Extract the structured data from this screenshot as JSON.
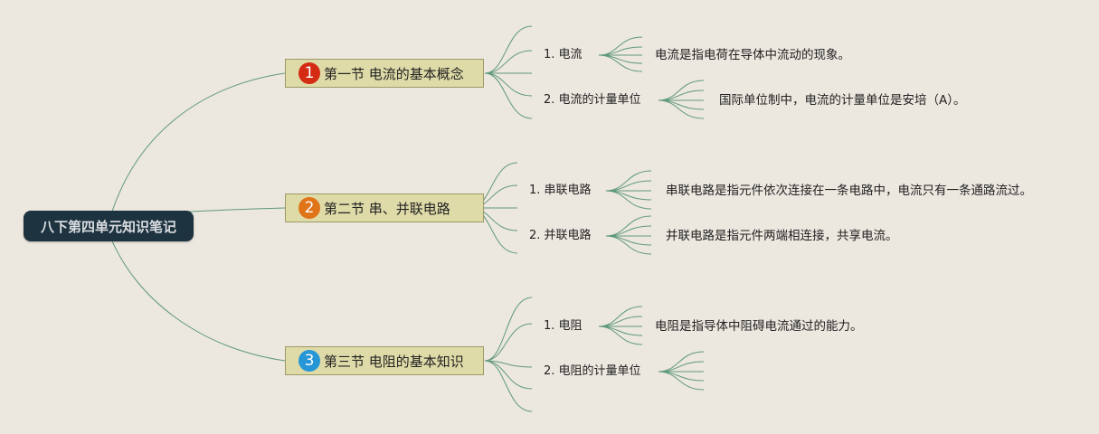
{
  "root": {
    "label": "八下第四单元知识笔记"
  },
  "sections": [
    {
      "number": "1",
      "badge_color": "#d42b13",
      "label": "第一节 电流的基本概念",
      "topics": [
        {
          "label": "1. 电流",
          "definition": "电流是指电荷在导体中流动的现象。"
        },
        {
          "label": "2. 电流的计量单位",
          "definition": "国际单位制中，电流的计量单位是安培（A）。"
        }
      ]
    },
    {
      "number": "2",
      "badge_color": "#e07418",
      "label": "第二节 串、并联电路",
      "topics": [
        {
          "label": "1. 串联电路",
          "definition": "串联电路是指元件依次连接在一条电路中，电流只有一条通路流过。"
        },
        {
          "label": "2. 并联电路",
          "definition": "并联电路是指元件两端相连接，共享电流。"
        }
      ]
    },
    {
      "number": "3",
      "badge_color": "#2696d6",
      "label": "第三节 电阻的基本知识",
      "topics": [
        {
          "label": "1. 电阻",
          "definition": "电阻是指导体中阻碍电流通过的能力。"
        },
        {
          "label": "2. 电阻的计量单位",
          "definition": ""
        }
      ]
    }
  ],
  "colors": {
    "line": "#5f9a7a",
    "background": "#ece7df"
  }
}
